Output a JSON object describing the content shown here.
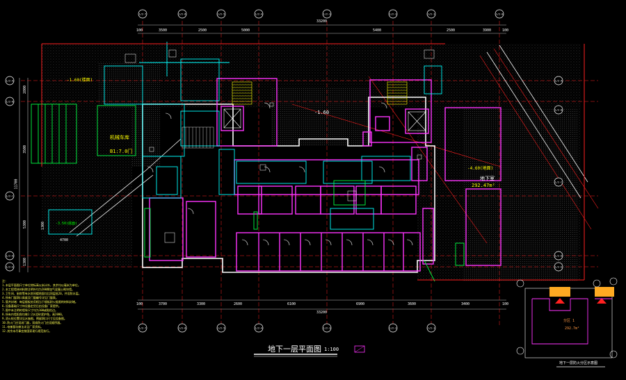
{
  "drawing": {
    "title": "地下一层平面图",
    "scale": "1:100",
    "legend_text": "",
    "keyplan_caption": "地下一层防火分区示意图",
    "keyplan_zone": "分区 1",
    "keyplan_area": "292.7m²"
  },
  "dimensions": {
    "top_total": "33200",
    "top_segments": [
      "100",
      "3500",
      "2500",
      "5000",
      "5400",
      "2500",
      "3900",
      "100"
    ],
    "bottom_total": "33200",
    "bottom_segments": [
      "100",
      "3700",
      "3300",
      "2600",
      "6100",
      "6900",
      "3600",
      "3400",
      "100"
    ],
    "left_total": "11700",
    "left_segments": [
      "2800",
      "3500",
      "5300",
      "1300"
    ],
    "left_small": [
      "1300",
      "4700"
    ]
  },
  "grid_axes": {
    "top": [
      "1/2-7",
      "1/2-6",
      "1/2-5",
      "1/2-4",
      "1/2-3",
      "1/2-2",
      "1/2-1",
      "1/2-0"
    ],
    "bottom": [
      "1/2-7",
      "1/2-6",
      "1/2-5",
      "1/2-4",
      "1/2-3",
      "1/2-2",
      "1/2-1"
    ],
    "left": [
      "1/2-A",
      "1/2-B",
      "1/2-C",
      "1/2-D",
      "1/2-E"
    ],
    "right": [
      "1/2-A",
      "1/2-B",
      "1/2-C",
      "1/2-D",
      "1/2-E"
    ]
  },
  "rooms": {
    "left_elev": "-1.60(楼面)",
    "left_stair": "机械车库",
    "left_stair_2": "B1:7.0门",
    "small_box": "-3.50(底面)",
    "center_elev": "-1.60",
    "right_area": "292.47m²",
    "right_area_label": "地下室",
    "right_elev": "-4.60(地面)"
  },
  "notes": [
    "注：",
    "1.本层平面图尺寸单位除标高以米计外，其余均以毫米为单位。",
    "2.本工程墙体材料除注明外均为200厚加气混凝土砌块墙。",
    "3.卫生间、厨房等有水房间楼地面均比同层低20，并设防水层。",
    "4.所有门窗洞口高度及门窗编号详见门窗表。",
    "5.管井封堵：每层楼板处用相当于楼板耐火极限的材料封堵。",
    "6.设备基础尺寸待设备定货后由设备厂家提供。",
    "7.图中未注明的墙垛尺寸均为100或贴柱边。",
    "8.所有内墙阳角均做1:2水泥砂浆护角，高2000。",
    "9.消火栓位置详见水施图，预留洞口尺寸见设备图。",
    "10.防火门应设闭门器，双扇防火门应设顺序器。",
    "11.电梯基坑做法详见厂家资料。",
    "12.其余未尽事宜按国家现行规范执行。"
  ],
  "colors": {
    "magenta": "#ff33ff",
    "cyan": "#00ffff",
    "green": "#00ff44",
    "yellow": "#ffff00",
    "red": "#ff2020",
    "white": "#ffffff",
    "grey": "#888888"
  }
}
